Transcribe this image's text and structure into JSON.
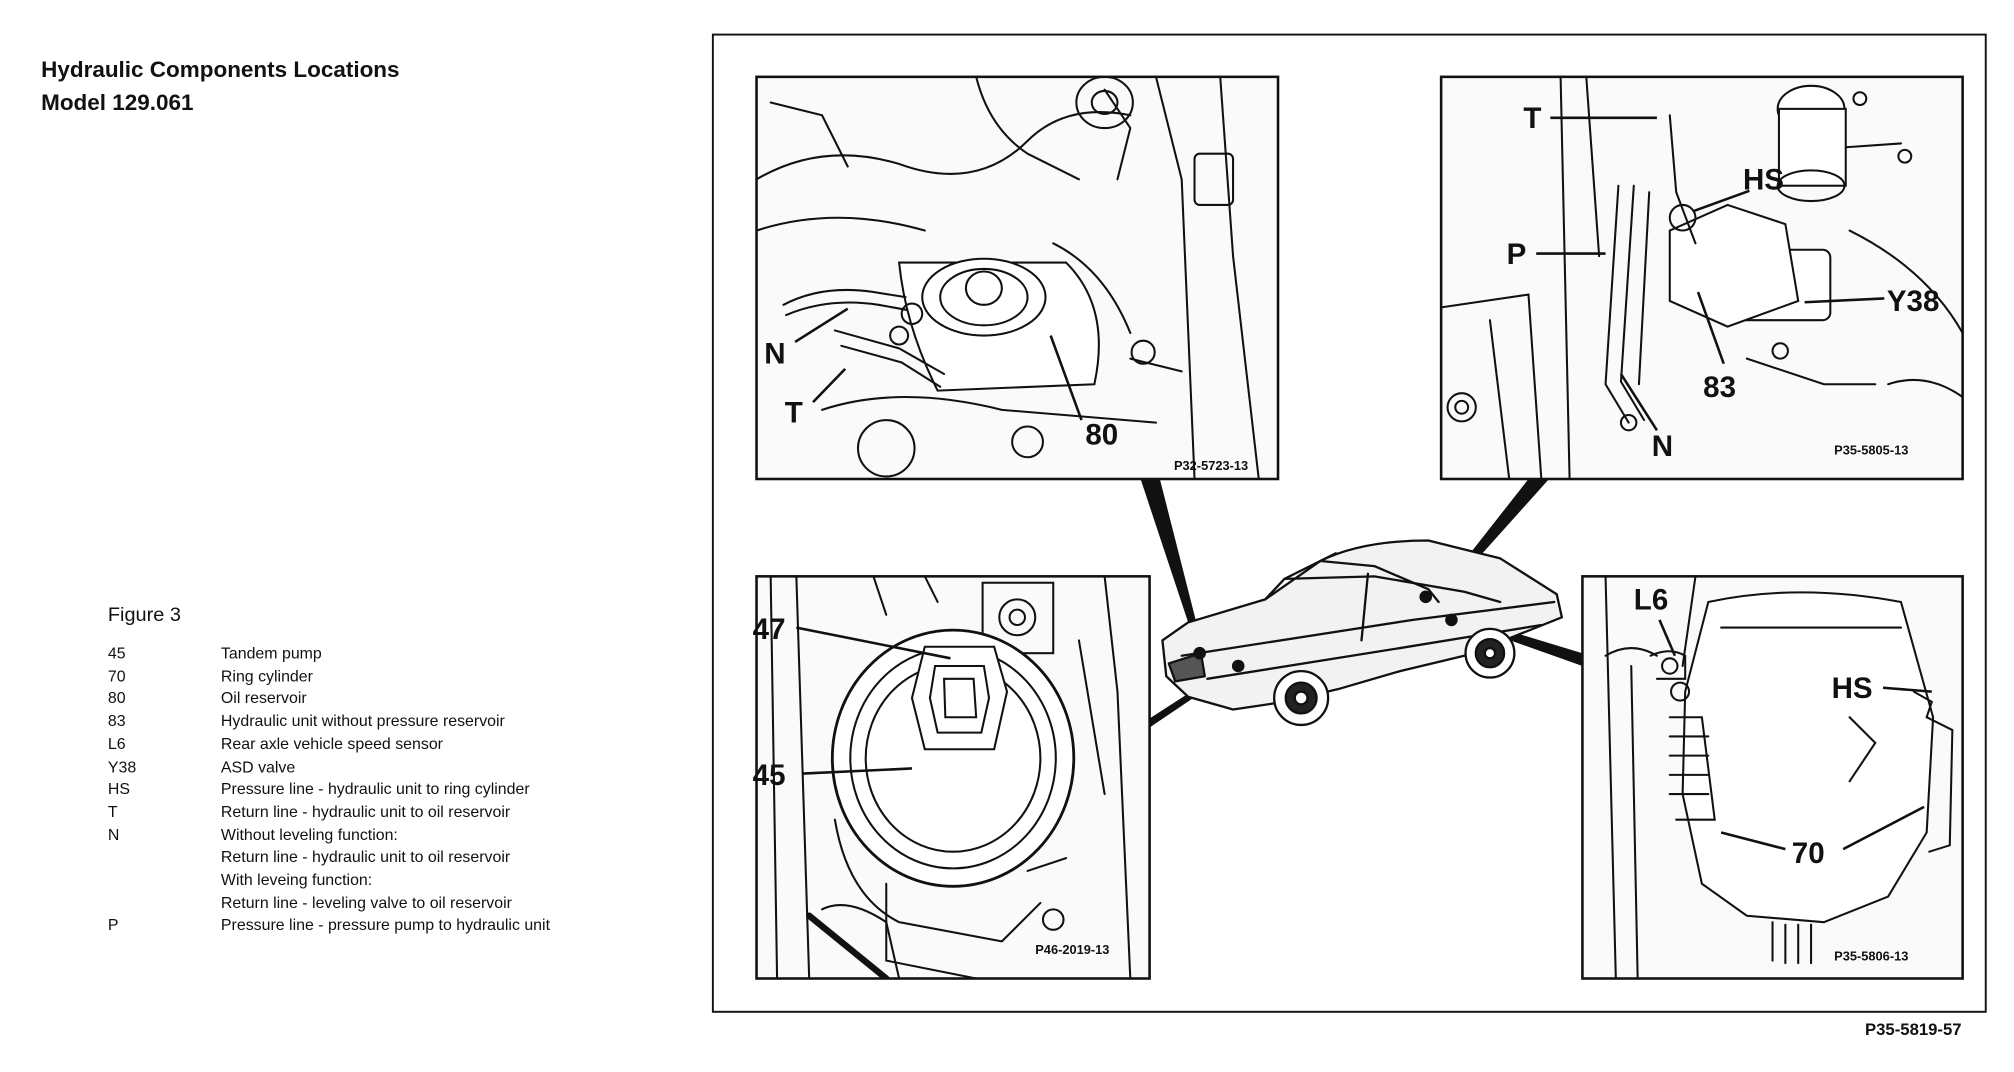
{
  "title": {
    "line1": "Hydraulic Components Locations",
    "line2": "Model 129.061"
  },
  "figure": "Figure 3",
  "legend": [
    {
      "key": "45",
      "desc": "Tandem pump"
    },
    {
      "key": "70",
      "desc": "Ring cylinder"
    },
    {
      "key": "80",
      "desc": "Oil reservoir"
    },
    {
      "key": "83",
      "desc": "Hydraulic unit without pressure reservoir"
    },
    {
      "key": "L6",
      "desc": "Rear axle vehicle speed sensor"
    },
    {
      "key": "Y38",
      "desc": "ASD valve"
    },
    {
      "key": "HS",
      "desc": "Pressure line - hydraulic unit to ring cylinder"
    },
    {
      "key": "T",
      "desc": "Return line - hydraulic unit to oil reservoir"
    },
    {
      "key": "N",
      "desc": "Without leveling function:"
    },
    {
      "key": "",
      "desc": "Return line - hydraulic unit to oil reservoir"
    },
    {
      "key": "",
      "desc": "With leveing function:"
    },
    {
      "key": "",
      "desc": "Return line - leveling valve to oil reservoir"
    },
    {
      "key": "P",
      "desc": "Pressure line - pressure pump to hydraulic unit"
    }
  ],
  "callouts": {
    "p1": {
      "n": "N",
      "t": "T",
      "c80": "80"
    },
    "p2": {
      "t": "T",
      "hs": "HS",
      "p": "P",
      "y38": "Y38",
      "c83": "83",
      "n": "N"
    },
    "p3": {
      "c47": "47",
      "c45": "45"
    },
    "p4": {
      "l6": "L6",
      "hs": "HS",
      "c70": "70"
    }
  },
  "photo_codes": {
    "p1": "P32-5723-13",
    "p2": "P35-5805-13",
    "p3": "P46-2019-13",
    "p4": "P35-5806-13"
  },
  "reference_code": "P35-5819-57"
}
